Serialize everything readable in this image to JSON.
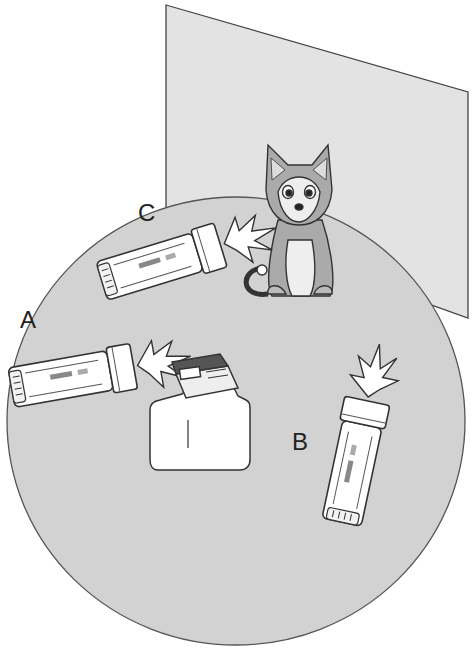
{
  "diagram": {
    "labels": [
      "C",
      "A",
      "B"
    ]
  }
}
